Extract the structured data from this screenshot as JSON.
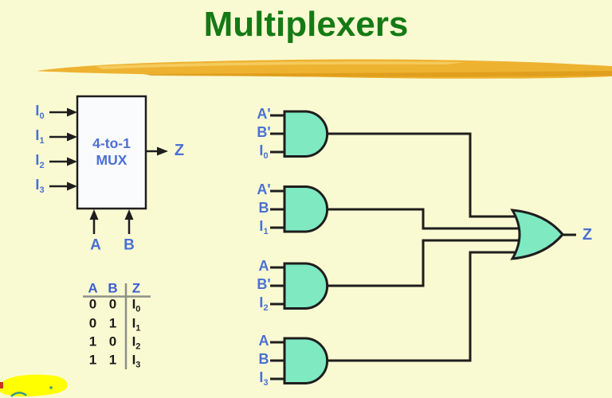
{
  "title": "Multiplexers",
  "mux_block": {
    "inputs": [
      {
        "base": "I",
        "sub": "0"
      },
      {
        "base": "I",
        "sub": "1"
      },
      {
        "base": "I",
        "sub": "2"
      },
      {
        "base": "I",
        "sub": "3"
      }
    ],
    "label_line1": "4-to-1",
    "label_line2": "MUX",
    "output_label": "Z",
    "select_labels": [
      "A",
      "B"
    ]
  },
  "truth_table": {
    "headers": [
      "A",
      "B",
      "Z"
    ],
    "rows": [
      {
        "a": "0",
        "b": "0",
        "z_base": "I",
        "z_sub": "0"
      },
      {
        "a": "0",
        "b": "1",
        "z_base": "I",
        "z_sub": "1"
      },
      {
        "a": "1",
        "b": "0",
        "z_base": "I",
        "z_sub": "2"
      },
      {
        "a": "1",
        "b": "1",
        "z_base": "I",
        "z_sub": "3"
      }
    ]
  },
  "gate_network": {
    "and_gates": [
      {
        "inputs": [
          {
            "base": "A'",
            "sub": ""
          },
          {
            "base": "B'",
            "sub": ""
          },
          {
            "base": "I",
            "sub": "0"
          }
        ]
      },
      {
        "inputs": [
          {
            "base": "A'",
            "sub": ""
          },
          {
            "base": "B",
            "sub": ""
          },
          {
            "base": "I",
            "sub": "1"
          }
        ]
      },
      {
        "inputs": [
          {
            "base": "A",
            "sub": ""
          },
          {
            "base": "B'",
            "sub": ""
          },
          {
            "base": "I",
            "sub": "2"
          }
        ]
      },
      {
        "inputs": [
          {
            "base": "A",
            "sub": ""
          },
          {
            "base": "B",
            "sub": ""
          },
          {
            "base": "I",
            "sub": "3"
          }
        ]
      }
    ],
    "or_output_label": "Z"
  },
  "colors": {
    "background": "#FAFAD2",
    "title_green": "#157A15",
    "label_blue": "#4A70D4",
    "table_header_blue": "#3A5ECF",
    "gate_fill": "#7FE9C1",
    "wire": "#1E1E1E",
    "brush_gold": "#EEB231",
    "highlight_yellow": "#FFFF00"
  }
}
